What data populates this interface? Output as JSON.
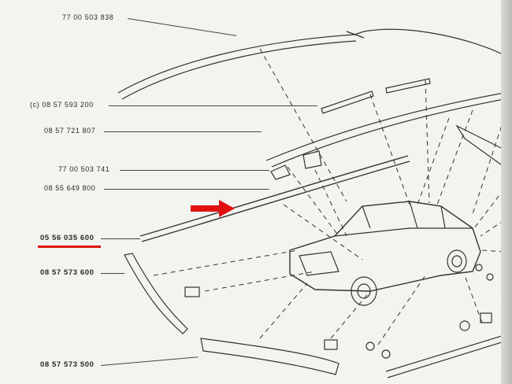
{
  "part_numbers": {
    "roof_front": "77 00 503 838",
    "c_part": "(c) 08 57 593 200",
    "trim_721": "08 57 721 807",
    "part_741": "77 00 503 741",
    "part_800": "08 55 649 800",
    "highlighted": "05 56 035 600",
    "part_573_600": "08 57 573 600",
    "part_573_500": "08 57 573 500"
  },
  "colors": {
    "highlight": "#e01010",
    "ink": "#2a2a2a",
    "paper": "#f3f3ef"
  },
  "icons": {
    "arrow": "red-arrow-icon"
  }
}
